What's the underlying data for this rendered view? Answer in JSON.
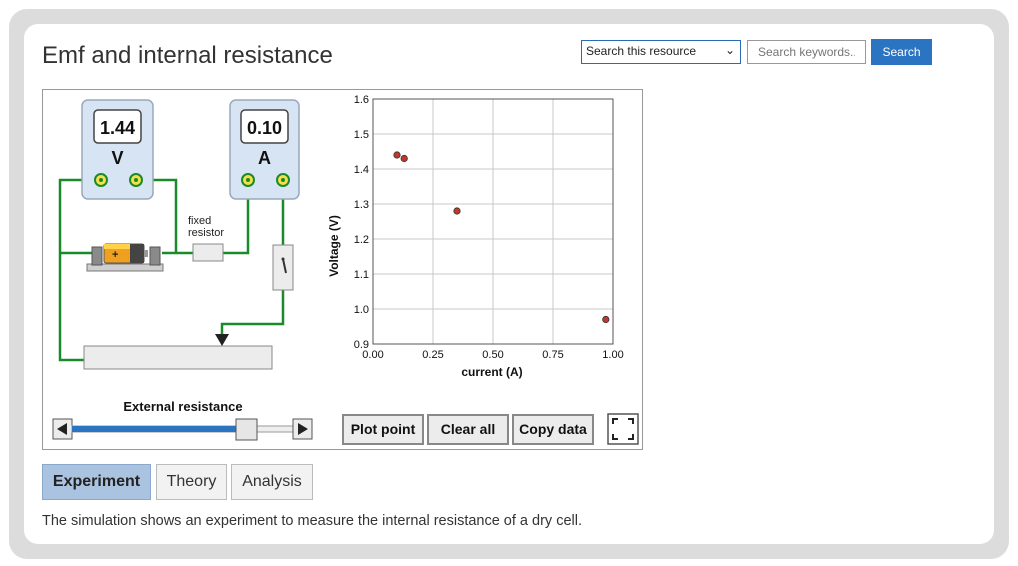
{
  "page": {
    "title": "Emf and internal resistance",
    "search_scope": "Search this resource",
    "search_placeholder": "Search keywords..",
    "search_button": "Search"
  },
  "simulation": {
    "voltmeter": {
      "reading": "1.44",
      "unit": "V"
    },
    "ammeter": {
      "reading": "0.10",
      "unit": "A"
    },
    "fixed_resistor_label_line1": "fixed",
    "fixed_resistor_label_line2": "resistor",
    "slider_label": "External resistance",
    "slider_value_fraction": 0.82,
    "buttons": {
      "plot": "Plot point",
      "clear": "Clear all",
      "copy": "Copy data"
    }
  },
  "chart_data": {
    "type": "scatter",
    "xlabel": "current (A)",
    "ylabel": "Voltage (V)",
    "xlim": [
      0,
      1
    ],
    "ylim": [
      0.9,
      1.6
    ],
    "x_ticks": [
      "0.00",
      "0.25",
      "0.50",
      "0.75",
      "1.00"
    ],
    "y_ticks": [
      "0.9",
      "1.0",
      "1.1",
      "1.2",
      "1.3",
      "1.4",
      "1.5",
      "1.6"
    ],
    "grid": true,
    "points": [
      {
        "x": 0.1,
        "y": 1.44
      },
      {
        "x": 0.13,
        "y": 1.43
      },
      {
        "x": 0.35,
        "y": 1.28
      },
      {
        "x": 0.97,
        "y": 0.97
      }
    ],
    "point_color": "#c0392b"
  },
  "tabs": [
    {
      "label": "Experiment",
      "active": true
    },
    {
      "label": "Theory",
      "active": false
    },
    {
      "label": "Analysis",
      "active": false
    }
  ],
  "description": "The simulation shows an experiment to measure the internal resistance of a dry cell."
}
